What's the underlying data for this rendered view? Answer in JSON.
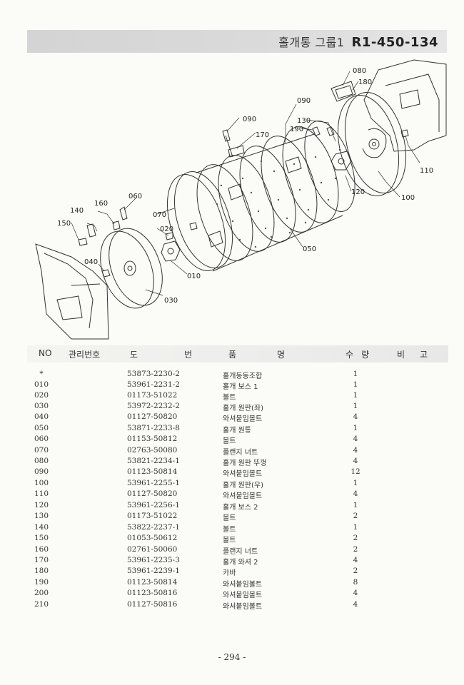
{
  "header": {
    "title": "홀개통 그룹1",
    "code": "R1-450-134"
  },
  "diagram": {
    "callouts": {
      "c010": "010",
      "c020": "020",
      "c030": "030",
      "c040": "040",
      "c050": "050",
      "c060": "060",
      "c070": "070",
      "c080": "080",
      "c090a": "090",
      "c090b": "090",
      "c100": "100",
      "c110": "110",
      "c120": "120",
      "c130": "130",
      "c140": "140",
      "c150": "150",
      "c160": "160",
      "c170": "170",
      "c180": "180",
      "c190": "190"
    }
  },
  "table": {
    "headers": {
      "no": "NO",
      "mgmt": "관리번호",
      "do": "도",
      "beon": "번",
      "pum": "품",
      "myeong": "명",
      "su": "수",
      "ryang": "량",
      "bi": "비",
      "go": "고"
    },
    "rows": [
      {
        "no": "*",
        "part": "53873-2230-2",
        "name": "홀개동동조합",
        "qty": "1"
      },
      {
        "no": "010",
        "part": "53961-2231-2",
        "name": "홀개 보스 1",
        "qty": "1"
      },
      {
        "no": "020",
        "part": "01173-51022",
        "name": "볼트",
        "qty": "1"
      },
      {
        "no": "030",
        "part": "53972-2232-2",
        "name": "홀개 원판(좌)",
        "qty": "1"
      },
      {
        "no": "040",
        "part": "01127-50820",
        "name": "와셔붙임볼트",
        "qty": "4"
      },
      {
        "no": "050",
        "part": "53871-2233-8",
        "name": "홀개 원통",
        "qty": "1"
      },
      {
        "no": "060",
        "part": "01153-50812",
        "name": "볼트",
        "qty": "4"
      },
      {
        "no": "070",
        "part": "02763-50080",
        "name": "플랜지 너트",
        "qty": "4"
      },
      {
        "no": "080",
        "part": "53821-2234-1",
        "name": "홀개 원판 뚜껑",
        "qty": "4"
      },
      {
        "no": "090",
        "part": "01123-50814",
        "name": "와셔붙임볼트",
        "qty": "12"
      },
      {
        "no": "100",
        "part": "53961-2255-1",
        "name": "홀개 원판(우)",
        "qty": "1"
      },
      {
        "no": "110",
        "part": "01127-50820",
        "name": "와셔붙임볼트",
        "qty": "4"
      },
      {
        "no": "120",
        "part": "53961-2256-1",
        "name": "홀개 보스 2",
        "qty": "1"
      },
      {
        "no": "130",
        "part": "01173-51022",
        "name": "볼트",
        "qty": "2"
      },
      {
        "no": "140",
        "part": "53822-2237-1",
        "name": "볼트",
        "qty": "1"
      },
      {
        "no": "150",
        "part": "01053-50612",
        "name": "볼트",
        "qty": "2"
      },
      {
        "no": "160",
        "part": "02761-50060",
        "name": "플랜지 너트",
        "qty": "2"
      },
      {
        "no": "170",
        "part": "53961-2235-3",
        "name": "홀개 와셔 2",
        "qty": "4"
      },
      {
        "no": "180",
        "part": "53961-2239-1",
        "name": "카바",
        "qty": "2"
      },
      {
        "no": "190",
        "part": "01123-50814",
        "name": "와셔붙임볼트",
        "qty": "8"
      },
      {
        "no": "200",
        "part": "01123-50816",
        "name": "와셔붙임볼트",
        "qty": "4"
      },
      {
        "no": "210",
        "part": "01127-50816",
        "name": "와셔붙임볼트",
        "qty": "4"
      }
    ]
  },
  "page_number": "- 294 -"
}
